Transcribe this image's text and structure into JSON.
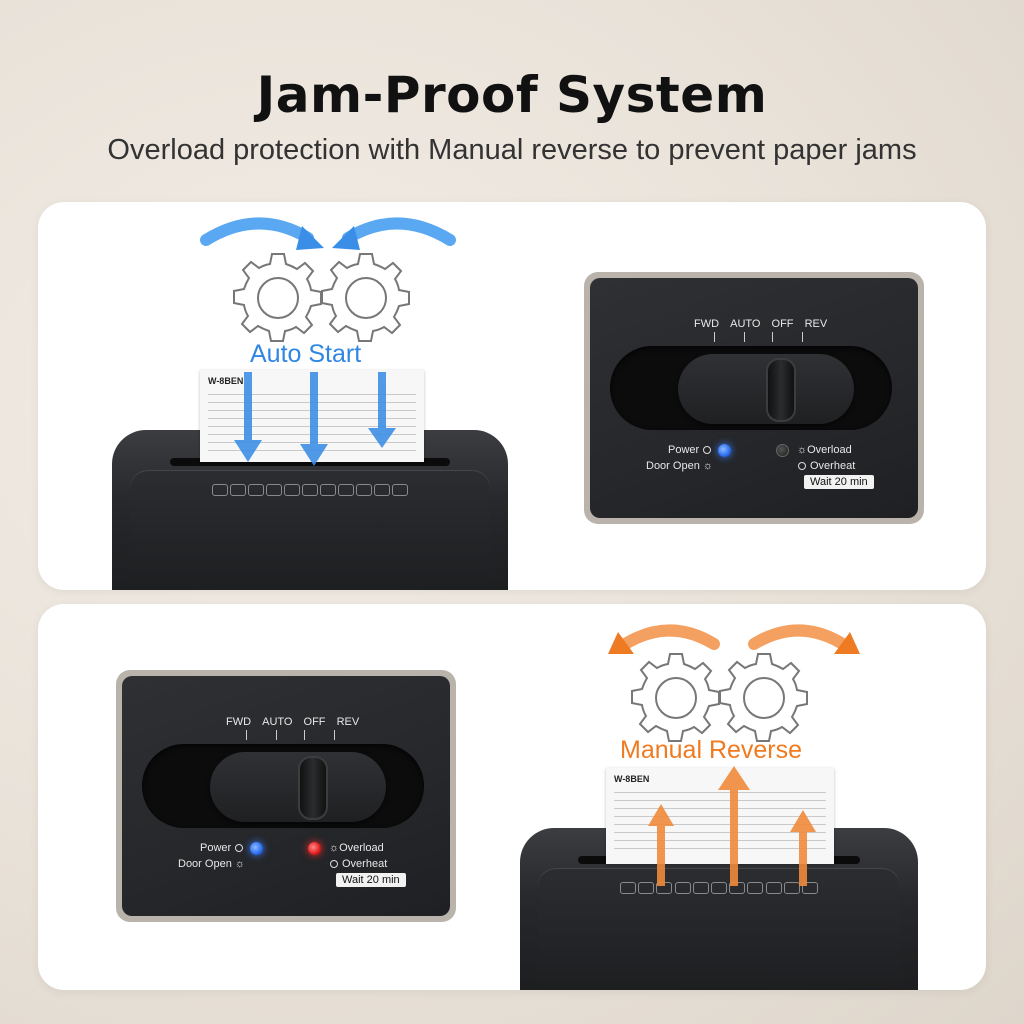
{
  "header": {
    "title": "Jam-Proof System",
    "subtitle": "Overload protection with Manual reverse to prevent paper jams"
  },
  "top_card": {
    "label": "Auto Start",
    "paper_title": "W-8BEN"
  },
  "bottom_card": {
    "label": "Manual Reverse",
    "paper_title": "W-8BEN"
  },
  "panel": {
    "modes": [
      "FWD",
      "AUTO",
      "OFF",
      "REV"
    ],
    "power": "Power",
    "door_open": "Door Open",
    "overload": "Overload",
    "overheat": "Overheat",
    "wait": "Wait 20 min"
  },
  "colors": {
    "accent_blue": "#2f86e3",
    "accent_orange": "#f07a1f",
    "led_blue": "#2b6cf0",
    "led_red": "#e31c1c"
  }
}
